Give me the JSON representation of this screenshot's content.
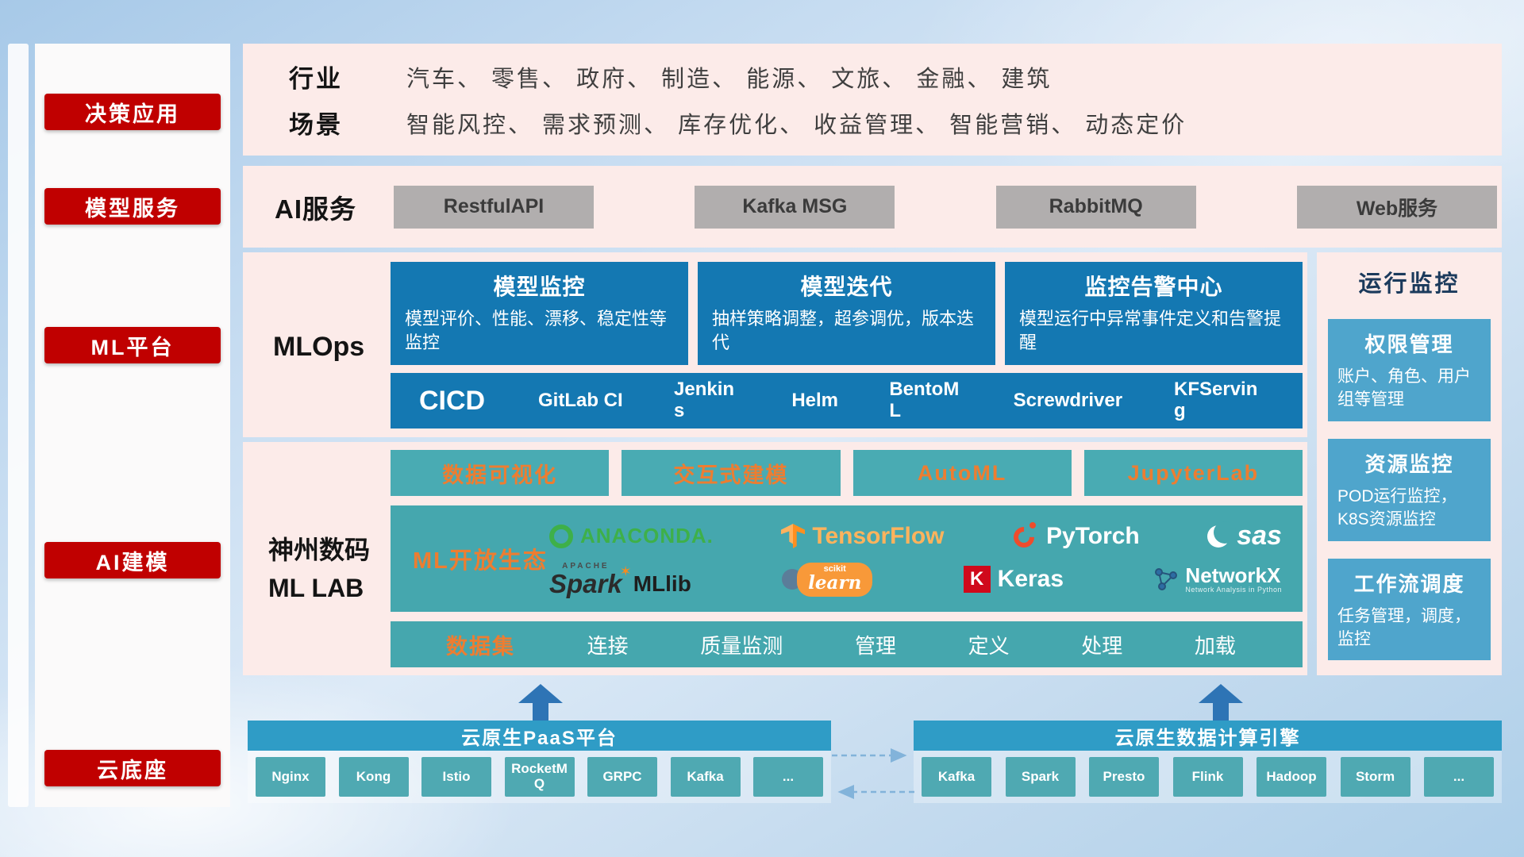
{
  "colors": {
    "accent_red": "#C00000",
    "panel_pink": "#FCEBE9",
    "card_blue": "#1478B2",
    "monitor_card_blue": "#4FA5CC",
    "teal": "#45A7AE",
    "orange": "#ED7D31",
    "header_blue": "#2F9CC6",
    "gray_button": "#B1AEAE",
    "arrow_blue": "#2E74B5"
  },
  "sidebar": {
    "items": [
      {
        "label": "决策应用"
      },
      {
        "label": "模型服务"
      },
      {
        "label": "ML平台"
      },
      {
        "label": "AI建模"
      },
      {
        "label": "云底座"
      }
    ]
  },
  "top": {
    "industry_label": "行业",
    "industry_text": "汽车、 零售、 政府、 制造、 能源、 文旅、 金融、 建筑",
    "scene_label": "场景",
    "scene_text": "智能风控、 需求预测、 库存优化、 收益管理、 智能营销、 动态定价"
  },
  "ai_service": {
    "label": "AI服务",
    "items": [
      "RestfulAPI",
      "Kafka MSG",
      "RabbitMQ",
      "Web服务"
    ]
  },
  "mlops": {
    "label": "MLOps",
    "cards": [
      {
        "title": "模型监控",
        "desc": "模型评价、性能、漂移、稳定性等监控"
      },
      {
        "title": "模型迭代",
        "desc": "抽样策略调整，超参调优，版本迭代"
      },
      {
        "title": "监控告警中心",
        "desc": "模型运行中异常事件定义和告警提醒"
      }
    ],
    "cicd_label": "CICD",
    "cicd_items": [
      "GitLab CI",
      "Jenkins",
      "Helm",
      "BentoML",
      "Screwdriver",
      "KFServing"
    ]
  },
  "monitor": {
    "title": "运行监控",
    "cards": [
      {
        "title": "权限管理",
        "desc": "账户、角色、用户组等管理"
      },
      {
        "title": "资源监控",
        "desc": "POD运行监控，K8S资源监控"
      },
      {
        "title": "工作流调度",
        "desc": "任务管理，调度，监控"
      }
    ]
  },
  "mllab": {
    "name_line1": "神州数码",
    "name_line2": "ML LAB",
    "tools": [
      "数据可视化",
      "交互式建模",
      "AutoML",
      "JupyterLab"
    ],
    "eco_label": "ML开放生态",
    "logos": {
      "anaconda": "ANACONDA.",
      "tensorflow": "TensorFlow",
      "pytorch": "PyTorch",
      "sas": "sas",
      "spark_apache": "APACHE",
      "spark": "Spark",
      "spark_star": "✶",
      "mllib": "MLlib",
      "sklearn_scikit": "scikit",
      "sklearn_learn": "learn",
      "keras_k": "K",
      "keras": "Keras",
      "networkx": "NetworkX",
      "networkx_sub": "Network Analysis in Python"
    },
    "dataset": {
      "label": "数据集",
      "items": [
        "连接",
        "质量监测",
        "管理",
        "定义",
        "处理",
        "加载"
      ]
    }
  },
  "cloud": {
    "paas": {
      "title": "云原生PaaS平台",
      "items": [
        "Nginx",
        "Kong",
        "Istio",
        "RocketMQ",
        "GRPC",
        "Kafka",
        "..."
      ]
    },
    "engine": {
      "title": "云原生数据计算引擎",
      "items": [
        "Kafka",
        "Spark",
        "Presto",
        "Flink",
        "Hadoop",
        "Storm",
        "..."
      ]
    }
  }
}
